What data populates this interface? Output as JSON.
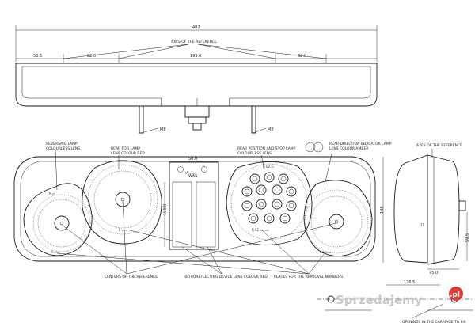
{
  "dimensions": {
    "overall_width": "482",
    "left_offset": "58.5",
    "seg_left": "82.0",
    "seg_middle": "199.0",
    "seg_right": "82.0",
    "center_width": "58.0",
    "center_height": "100.0",
    "total_height": "148",
    "side_depth": "75.0",
    "side_small": "59.5",
    "bottom_small": "126.5"
  },
  "labels": {
    "axes_reference_top": "AXES OF THE REFERENCE",
    "axes_reference_side": "AXES OF THE REFERENCE",
    "bolt_left": "M8",
    "bolt_right": "M8",
    "reversing_lamp": "REVERSING LAMP",
    "reversing_lamp_lens": "COLOURLESS LENS",
    "rear_fog_lamp": "REAR FOG LAMP",
    "rear_fog_lamp_lens": "LENS COLOUR RED",
    "position_stop_lamp": "REAR POSITION AND STOP LAMP",
    "position_stop_lamp_lens": "COLOURLESS LENS",
    "direction_indicator": "REAR DIRECTION INDICATOR LAMP",
    "direction_indicator_lens": "LENS COLOUR AMBER",
    "centers_reference": "CENTERS OF THE REFERENCE",
    "retroreflecting": "RETROREFLECTING DEVICE LENS COLOUR RED",
    "approval_places": "PLACES FOR THE APPROVAL NUMBERS",
    "openings": "OPENINGS IN THE CARRIAGE TO FIX",
    "was_mark": "WAS"
  },
  "watermark": {
    "text": "Sprzedajemy",
    "suffix": ".pl",
    "badge_color": "#e03a3a"
  }
}
